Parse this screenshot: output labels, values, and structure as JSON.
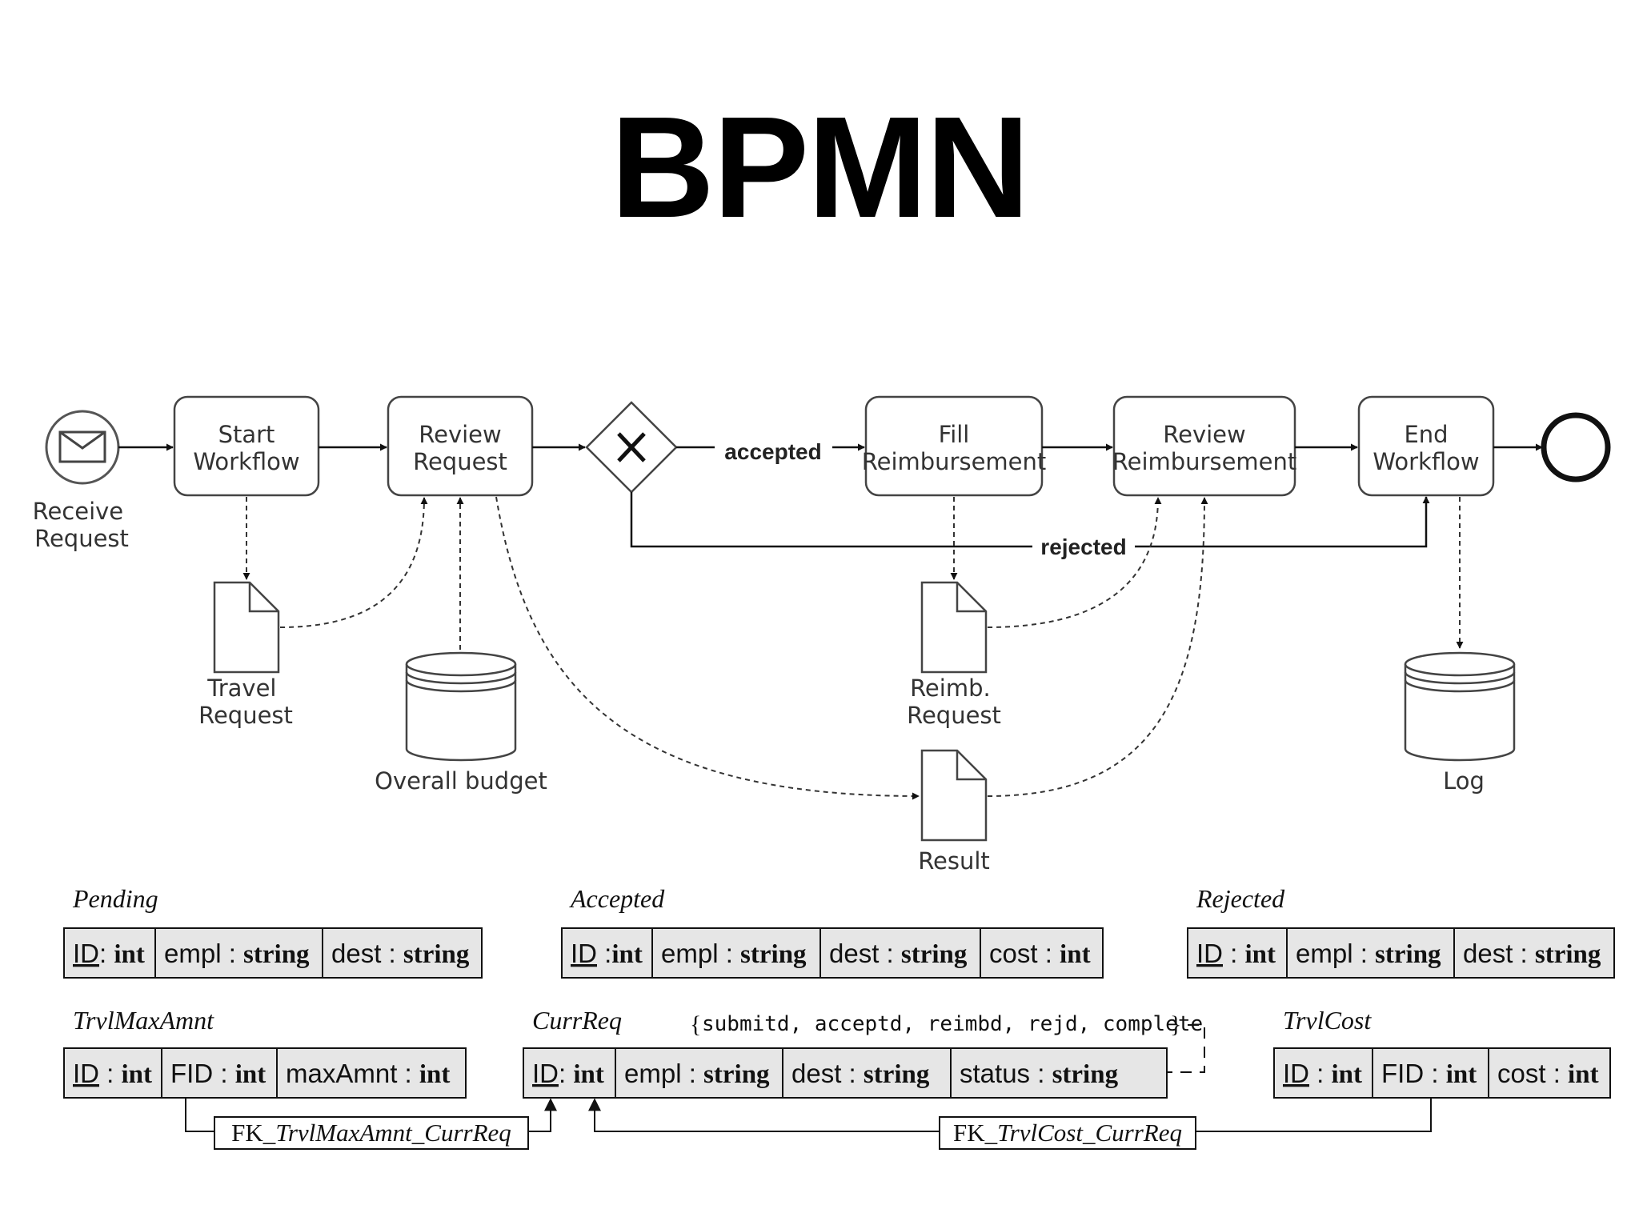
{
  "title": "BPMN",
  "bpmn": {
    "start_event_label": [
      "Receive",
      "Request"
    ],
    "tasks": {
      "start_workflow": [
        "Start",
        "Workflow"
      ],
      "review_request": [
        "Review",
        "Request"
      ],
      "fill_reimbursement": [
        "Fill",
        "Reimbursement"
      ],
      "review_reimbursement": [
        "Review",
        "Reimbursement"
      ],
      "end_workflow": [
        "End",
        "Workflow"
      ]
    },
    "flow_labels": {
      "accepted": "accepted",
      "rejected": "rejected"
    },
    "documents": {
      "travel_request": [
        "Travel",
        "Request"
      ],
      "reimb_request": [
        "Reimb.",
        "Request"
      ],
      "result": [
        "Result"
      ]
    },
    "data_stores": {
      "overall_budget": "Overall budget",
      "log": "Log"
    }
  },
  "schema": {
    "tables": [
      {
        "name": "Pending",
        "columns": [
          {
            "name": "ID",
            "sep": ": ",
            "type": "int",
            "key": true
          },
          {
            "name": "empl",
            "sep": " : ",
            "type": "string",
            "key": false
          },
          {
            "name": "dest",
            "sep": " : ",
            "type": "string",
            "key": false
          }
        ]
      },
      {
        "name": "Accepted",
        "columns": [
          {
            "name": "ID",
            "sep": " :",
            "type": "int",
            "key": true
          },
          {
            "name": "empl",
            "sep": " : ",
            "type": "string",
            "key": false
          },
          {
            "name": "dest",
            "sep": " : ",
            "type": "string",
            "key": false
          },
          {
            "name": "cost",
            "sep": " : ",
            "type": "int",
            "key": false
          }
        ]
      },
      {
        "name": "Rejected",
        "columns": [
          {
            "name": "ID",
            "sep": " : ",
            "type": "int",
            "key": true
          },
          {
            "name": "empl",
            "sep": " : ",
            "type": "string",
            "key": false
          },
          {
            "name": "dest",
            "sep": " : ",
            "type": "string",
            "key": false
          }
        ]
      },
      {
        "name": "TrvlMaxAmnt",
        "columns": [
          {
            "name": "ID",
            "sep": " : ",
            "type": "int",
            "key": true
          },
          {
            "name": "FID",
            "sep": " : ",
            "type": "int",
            "key": false
          },
          {
            "name": "maxAmnt",
            "sep": " : ",
            "type": "int",
            "key": false
          }
        ]
      },
      {
        "name": "CurrReq",
        "columns": [
          {
            "name": "ID",
            "sep": ": ",
            "type": "int",
            "key": true
          },
          {
            "name": "empl",
            "sep": " : ",
            "type": "string",
            "key": false
          },
          {
            "name": "dest",
            "sep": " : ",
            "type": "string",
            "key": false
          },
          {
            "name": "status",
            "sep": " : ",
            "type": "string",
            "key": false
          }
        ]
      },
      {
        "name": "TrvlCost",
        "columns": [
          {
            "name": "ID",
            "sep": " : ",
            "type": "int",
            "key": true
          },
          {
            "name": "FID",
            "sep": " : ",
            "type": "int",
            "key": false
          },
          {
            "name": "cost",
            "sep": " : ",
            "type": "int",
            "key": false
          }
        ]
      }
    ],
    "status_enum": "submitd, acceptd, reimbd, rejd, complete",
    "foreign_keys": [
      {
        "prefix": "FK_",
        "name": "TrvlMaxAmnt_CurrReq"
      },
      {
        "prefix": "FK_",
        "name": "TrvlCost_CurrReq"
      }
    ]
  }
}
